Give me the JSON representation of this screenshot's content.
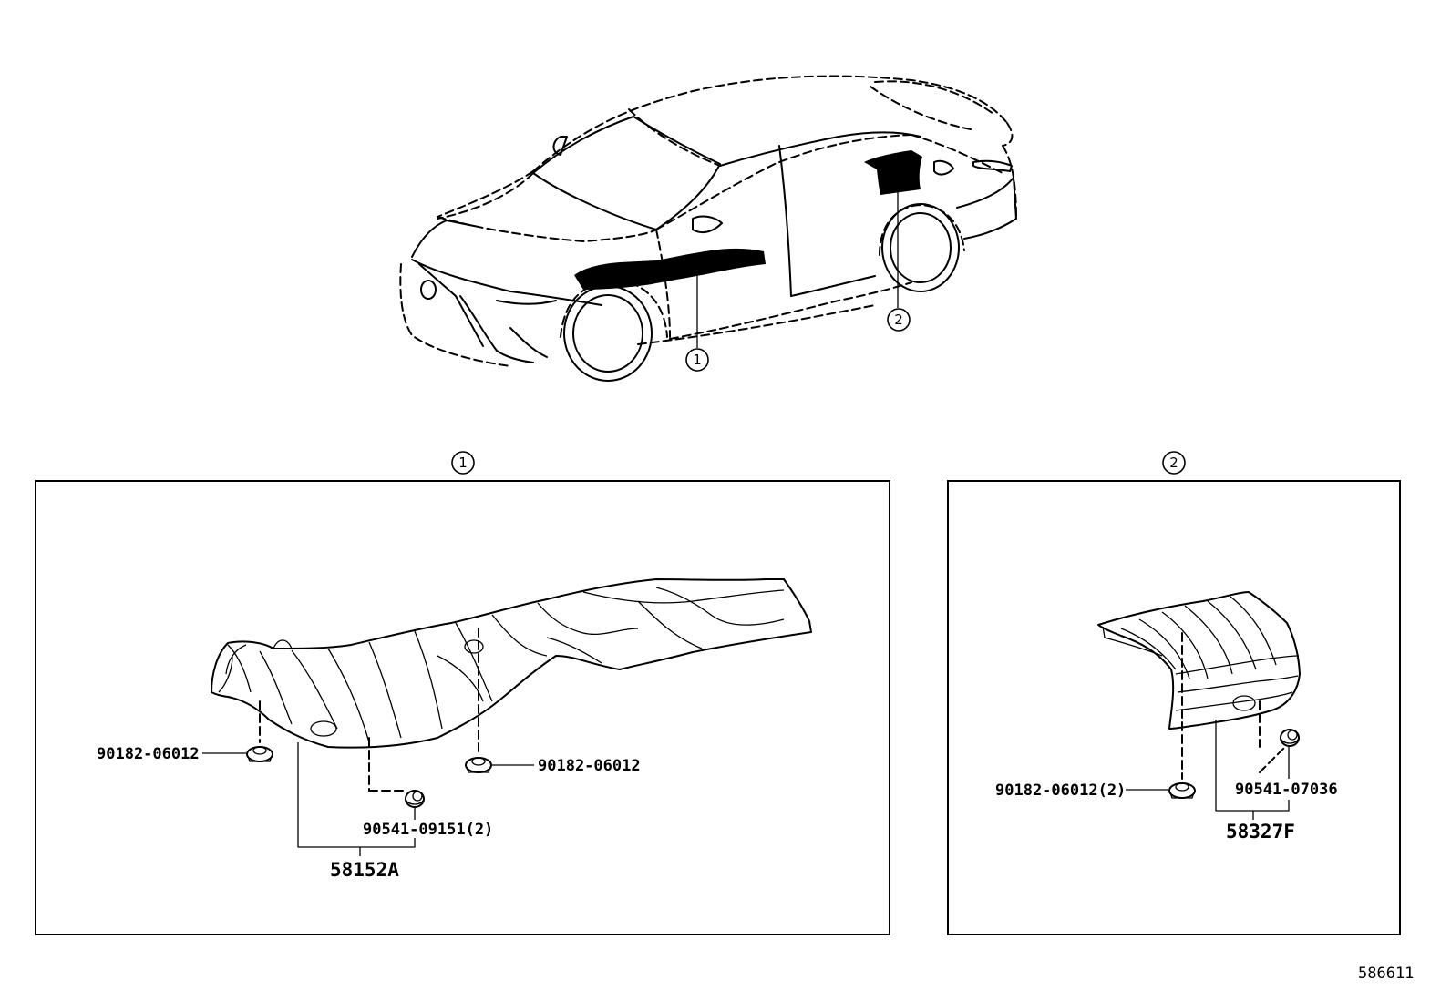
{
  "callouts": {
    "one": "1",
    "two": "2"
  },
  "section_one": {
    "parts": {
      "clip_left": "90182-06012",
      "clip_right": "90182-06012",
      "nut": "90541-09151(2)",
      "assembly": "58152A"
    }
  },
  "section_two": {
    "parts": {
      "clip": "90182-06012(2)",
      "nut": "90541-07036",
      "assembly": "58327F"
    }
  },
  "diagram_ref": "586611",
  "icons": [
    "car-outline-icon",
    "heat-insulator-front-icon",
    "heat-insulator-rear-icon",
    "clip-icon",
    "nut-icon",
    "callout-circle-icon"
  ]
}
